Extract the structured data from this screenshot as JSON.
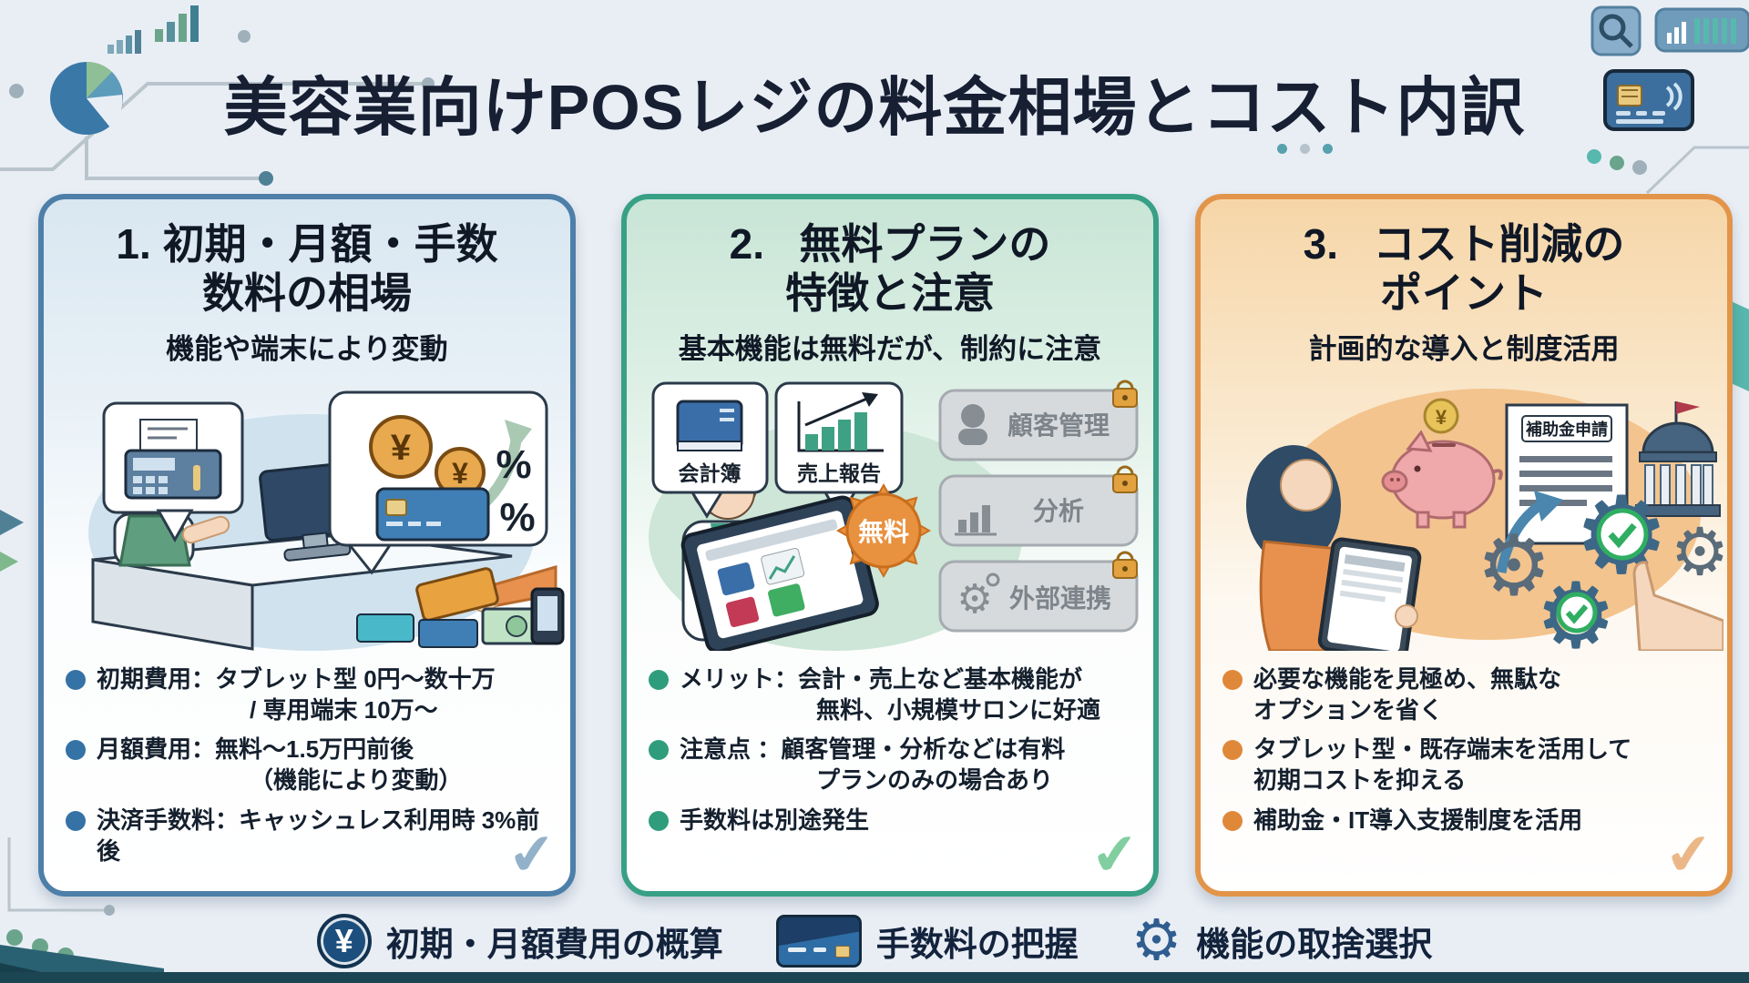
{
  "title": "美容業向けPOSレジの料金相場とコスト内訳",
  "icons": {
    "yen": "¥",
    "percent": "%",
    "gear": "⚙",
    "check": "✔"
  },
  "colors": {
    "card1_accent": "#4d7fa8",
    "card2_accent": "#38a085",
    "card3_accent": "#e2954a",
    "title_color": "#171f33",
    "footer_bar": "#1c4553"
  },
  "cards": [
    {
      "number": "1.",
      "title1": "初期・月額・手数",
      "title2": "数料の相場",
      "subtitle": "機能や端末により変動",
      "bullets": [
        {
          "l1": "初期費用：タブレット型 0円〜数十万",
          "l2": "/ 専用端末 10万〜"
        },
        {
          "l1": "月額費用：無料〜1.5万円前後",
          "l2": "（機能により変動）"
        },
        {
          "l1": "決済手数料：キャッシュレス利用時 3%前後",
          "l2": ""
        }
      ]
    },
    {
      "number": "2.",
      "title1": "無料プランの",
      "title2": "特徴と注意",
      "subtitle": "基本機能は無料だが、制約に注意",
      "labels": {
        "bubble1": "会計簿",
        "bubble2": "売上報告",
        "badge": "無料",
        "lock1": "顧客管理",
        "lock2": "分析",
        "lock3": "外部連携"
      },
      "bullets": [
        {
          "l1": "メリット：会計・売上など基本機能が",
          "l2": "無料、小規模サロンに好適"
        },
        {
          "l1": "注意点 ：顧客管理・分析などは有料",
          "l2": "プランのみの場合あり"
        },
        {
          "l1": "手数料は別途発生",
          "l2": ""
        }
      ]
    },
    {
      "number": "3.",
      "title1": "コスト削減の",
      "title2": "ポイント",
      "subtitle": "計画的な導入と制度活用",
      "labels": {
        "document": "補助金申請"
      },
      "bullets": [
        {
          "l1": "必要な機能を見極め、無駄な",
          "l2": "オプションを省く"
        },
        {
          "l1": "タブレット型・既存端末を活用して",
          "l2": "初期コストを抑える"
        },
        {
          "l1": "補助金・IT導入支援制度を活用",
          "l2": ""
        }
      ]
    }
  ],
  "footer": {
    "items": [
      {
        "icon": "yen-circle-icon",
        "label": "初期・月額費用の概算"
      },
      {
        "icon": "credit-card-icon",
        "label": "手数料の把握"
      },
      {
        "icon": "gear-icon",
        "label": "機能の取捨選択"
      }
    ]
  }
}
